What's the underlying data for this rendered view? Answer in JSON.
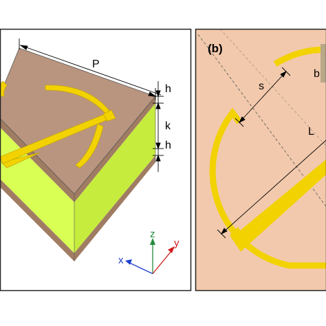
{
  "panel_a": {
    "labels": {
      "period": "P",
      "metal_thickness_top": "h",
      "substrate_thickness": "k",
      "metal_thickness_bottom": "h"
    },
    "axes": {
      "x": "x",
      "y": "y",
      "z": "z"
    }
  },
  "panel_b": {
    "tag": "(b)",
    "labels": {
      "gap": "s",
      "length": "L",
      "width": "b"
    }
  },
  "colors": {
    "metal_top": "#b9957f",
    "metal_side": "#a07c63",
    "dielectric": "#d9ff55",
    "dielectric_dark": "#c6ec3e",
    "resonator": "#f2d200",
    "resonator_edge": "#c9a900",
    "panel_b_bg": "#f2c9ac",
    "axis_x": "#1d3fd0",
    "axis_y": "#d01c1c",
    "axis_z": "#238a3c"
  }
}
